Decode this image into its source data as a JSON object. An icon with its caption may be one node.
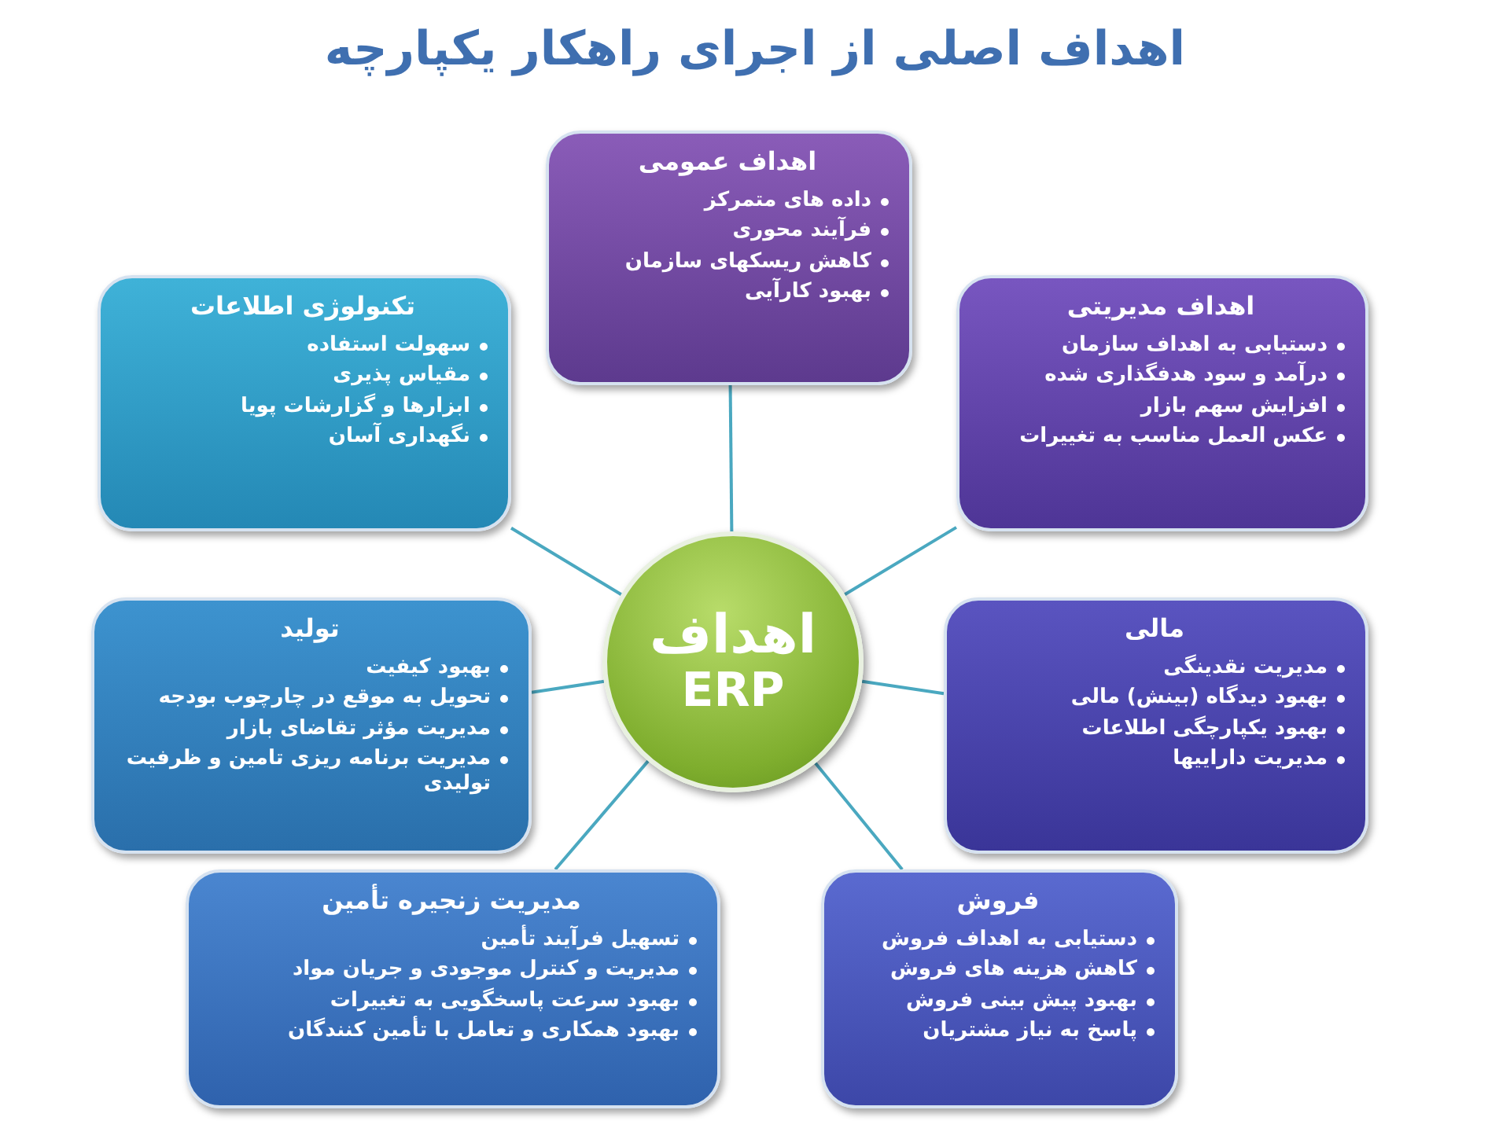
{
  "diagram": {
    "title": "اهداف اصلی از اجرای راهکار یکپارچه",
    "nodes": [
      {
        "text": [
          "اهداف",
          "ERP"
        ]
      },
      {
        "text": [
          "اهداف عمومی",
          "داده های متمرکز",
          "فرآیند محوری",
          "کاهش ریسکهای سازمان",
          "بهبود کارآیی"
        ]
      },
      {
        "text": [
          "اهداف مدیریتی",
          "دستیابی به اهداف سازمان",
          "درآمد و سود هدفگذاری شده",
          "افزایش سهم بازار",
          "عکس العمل مناسب به تغییرات"
        ]
      },
      {
        "text": [
          "مالی",
          "مدیریت نقدینگی",
          "بهبود دیدگاه (بینش) مالی",
          "بهبود یکپارچگی اطلاعات",
          "مدیریت داراییها"
        ]
      },
      {
        "text": [
          "فروش",
          "دستیابی به اهداف فروش",
          "کاهش هزینه های فروش",
          "بهبود پیش بینی فروش",
          "پاسخ به نیاز مشتریان"
        ]
      },
      {
        "text": [
          "مدیریت زنجیره تأمین",
          "تسهیل فرآیند تأمین",
          "مدیریت و کنترل موجودی و جریان مواد",
          "بهبود سرعت پاسخگویی به تغییرات",
          "بهبود همکاری و تعامل با تأمین کنندگان"
        ]
      },
      {
        "text": [
          "تولید",
          "بهبود کیفیت",
          "تحویل به موقع در چارچوب بودجه",
          "مدیریت مؤثر تقاضای بازار",
          "مدیریت برنامه ریزی تامین و ظرفیت تولیدی"
        ]
      },
      {
        "text": [
          "تکنولوژی اطلاعات",
          "سهولت استفاده",
          "مقیاس پذیری",
          "ابزارها و گزارشات پویا",
          "نگهداری آسان"
        ]
      }
    ],
    "edges": [
      {
        "from": 0,
        "to": 1,
        "arrow": "none"
      },
      {
        "from": 0,
        "to": 2,
        "arrow": "none"
      },
      {
        "from": 0,
        "to": 3,
        "arrow": "none"
      },
      {
        "from": 0,
        "to": 4,
        "arrow": "none"
      },
      {
        "from": 0,
        "to": 5,
        "arrow": "none"
      },
      {
        "from": 0,
        "to": 6,
        "arrow": "none"
      },
      {
        "from": 0,
        "to": 7,
        "arrow": "none"
      }
    ]
  }
}
